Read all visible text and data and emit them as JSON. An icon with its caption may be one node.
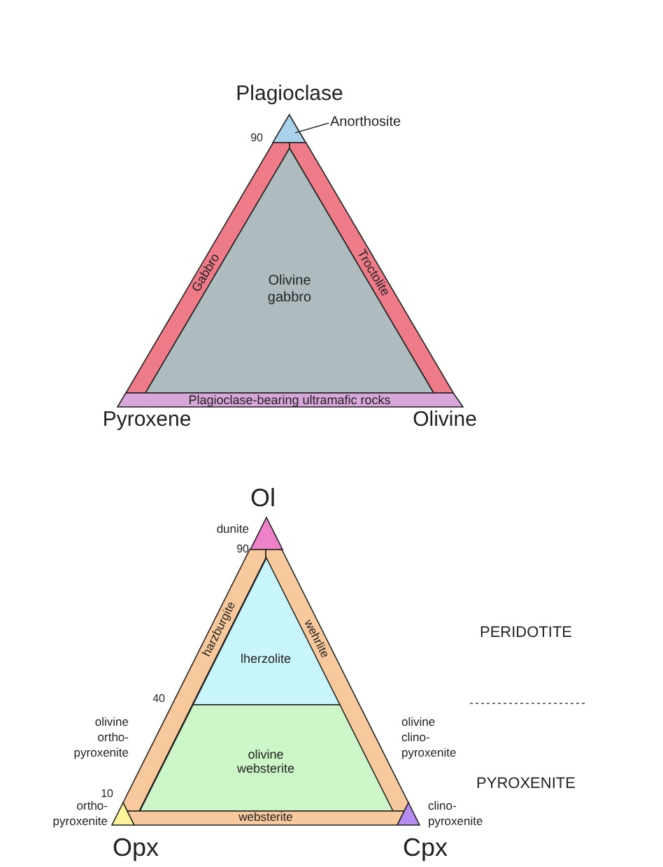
{
  "diagram": {
    "nodes": [
      {
        "text": [],
        "shape": "triangle"
      },
      {
        "text": [
          "Anorthosite"
        ]
      },
      {
        "text": [
          "Gabbro"
        ]
      },
      {
        "text": [
          "Troctolite"
        ]
      },
      {
        "text": [
          "Olivine gabbro"
        ]
      },
      {
        "text": [
          "Plagioclase-bearing ultramafic rocks"
        ]
      },
      {
        "text": [],
        "shape": "triangle",
        "beside": [
          "dunite"
        ]
      },
      {
        "text": [
          "harzburgite"
        ],
        "beside": [
          "olivine ortho-pyroxenite"
        ]
      },
      {
        "text": [
          "wehrlite"
        ],
        "beside": [
          "olivine clino-pyroxenite"
        ]
      },
      {
        "text": [
          "lherzolite"
        ]
      },
      {
        "text": [
          "olivine websterite"
        ]
      },
      {
        "text": [],
        "shape": "triangle",
        "beside": [
          "ortho-pyroxenite"
        ]
      },
      {
        "text": [
          "websterite"
        ]
      },
      {
        "text": [],
        "shape": "triangle",
        "beside": [
          "clino-pyroxenite"
        ]
      }
    ],
    "edges": [
      {
        "from": 1,
        "to": 0,
        "arrow": "none"
      }
    ],
    "labels": [
      "Plagioclase",
      "90",
      "Pyroxene",
      "Olivine",
      "Ol",
      "90",
      "40",
      "10",
      "Opx",
      "Cpx",
      "PERIDOTITE",
      "PYROXENITE"
    ]
  }
}
